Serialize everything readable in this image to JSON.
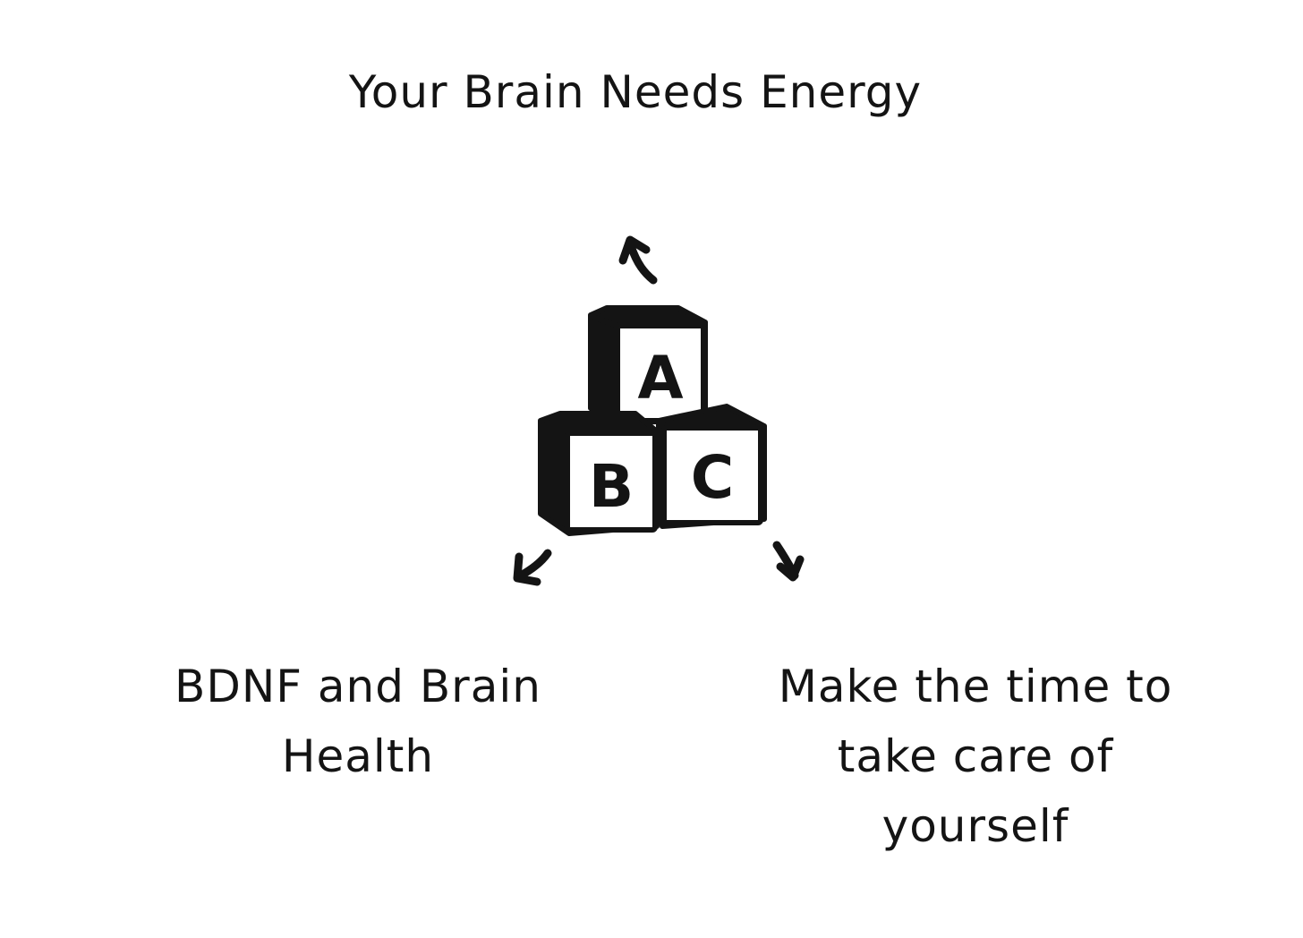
{
  "labels": {
    "top": "Your Brain Needs Energy",
    "left": "BDNF and Brain\nHealth",
    "right": "Make the time to\ntake care of\nyourself"
  },
  "icons": {
    "center": "abc-blocks-icon",
    "top_arrow": "arrow-up-left-icon",
    "left_arrow": "arrow-down-left-icon",
    "right_arrow": "arrow-down-right-icon"
  },
  "blocks": {
    "a": "A",
    "b": "B",
    "c": "C"
  },
  "colors": {
    "ink": "#141414",
    "background": "#ffffff"
  }
}
